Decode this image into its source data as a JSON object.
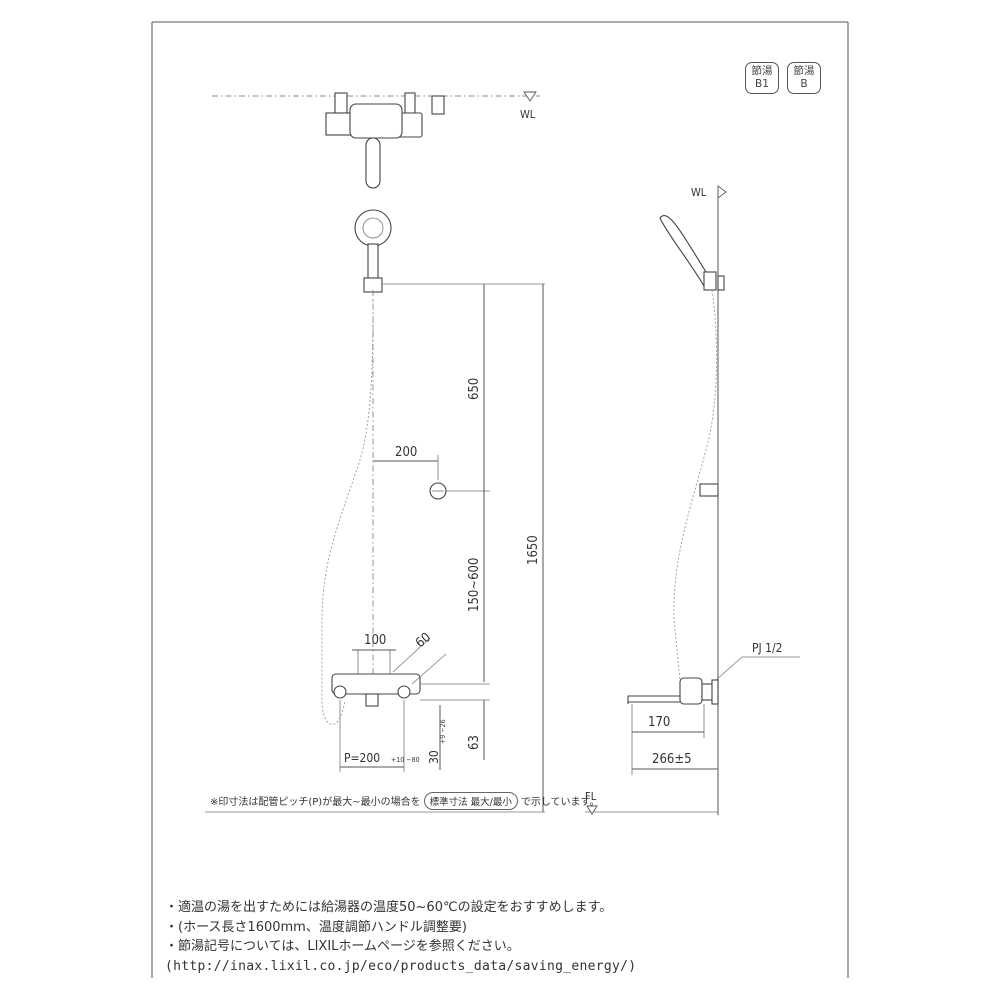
{
  "badges": {
    "left": {
      "top": "節湯",
      "bottom": "B1"
    },
    "right": {
      "top": "節湯",
      "bottom": "B"
    }
  },
  "labels": {
    "wl_top": "WL",
    "wl_side": "WL",
    "fl": "FL",
    "pj": "PJ 1/2"
  },
  "dimensions": {
    "d650": "650",
    "d200": "200",
    "d1650": "1650",
    "d150_600": "150~600",
    "d100": "100",
    "d60": "60",
    "d63": "63",
    "d30": "30",
    "d30_tol": "+9 −26",
    "pitch": "P=200",
    "pitch_tol": "+10 −80",
    "d170": "170",
    "d266": "266±5"
  },
  "footnote": {
    "pre": "※印寸法は配管ピッチ(P)が最大~最小の場合を",
    "box": "標準寸法 最大/最小",
    "post": "で示しています。"
  },
  "notes": [
    "・適温の湯を出すためには給湯器の温度50~60℃の設定をおすすめします。",
    "・(ホース長さ1600mm、温度調節ハンドル調整要)",
    "・節湯記号については、LIXILホームページを参照ください。"
  ],
  "url": "(http://inax.lixil.co.jp/eco/products_data/saving_energy/)"
}
